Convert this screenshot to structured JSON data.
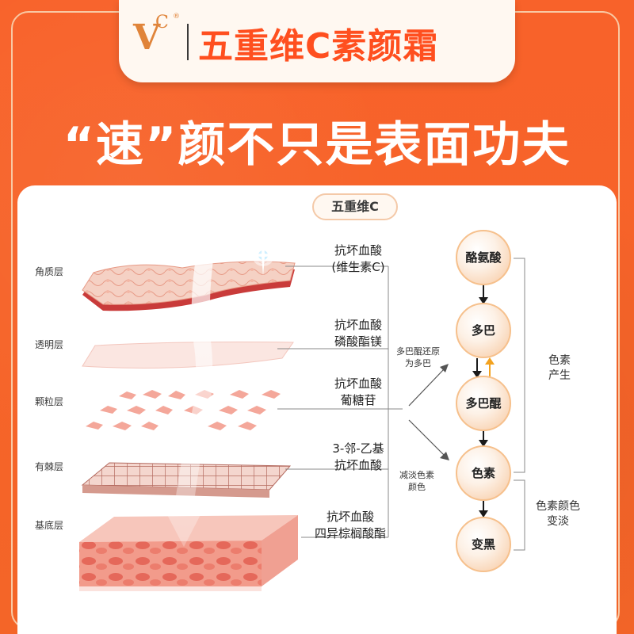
{
  "brand": {
    "logo_mark": "VC",
    "product_name": "五重维C素颜霜"
  },
  "headline": "“速”颜不只是表面功夫",
  "badge": "五重维C",
  "skin_layers": [
    "角质层",
    "透明层",
    "颗粒层",
    "有棘层",
    "基底层"
  ],
  "ingredients": [
    {
      "line1": "抗坏血酸",
      "line2": "(维生素C)"
    },
    {
      "line1": "抗坏血酸",
      "line2": "磷酸酯镁"
    },
    {
      "line1": "抗坏血酸",
      "line2": "葡糖苷"
    },
    {
      "line1": "3-邻-乙基",
      "line2": "抗坏血酸"
    },
    {
      "line1": "抗坏血酸",
      "line2": "四异棕榈酸酯"
    }
  ],
  "pathway": {
    "nodes": [
      "酪氨酸",
      "多巴",
      "多巴醌",
      "色素",
      "变黑"
    ],
    "note_up": {
      "line1": "多巴醌还原",
      "line2": "为多巴"
    },
    "note_down": {
      "line1": "减淡色素",
      "line2": "颜色"
    },
    "group_top": {
      "line1": "色素",
      "line2": "产生"
    },
    "group_bottom": {
      "line1": "色素颜色",
      "line2": "变淡"
    }
  },
  "colors": {
    "background": "#f8622a",
    "title_orange": "#ff4f1f",
    "accent_arrow": "#f3a21f",
    "panel": "#ffffff"
  }
}
